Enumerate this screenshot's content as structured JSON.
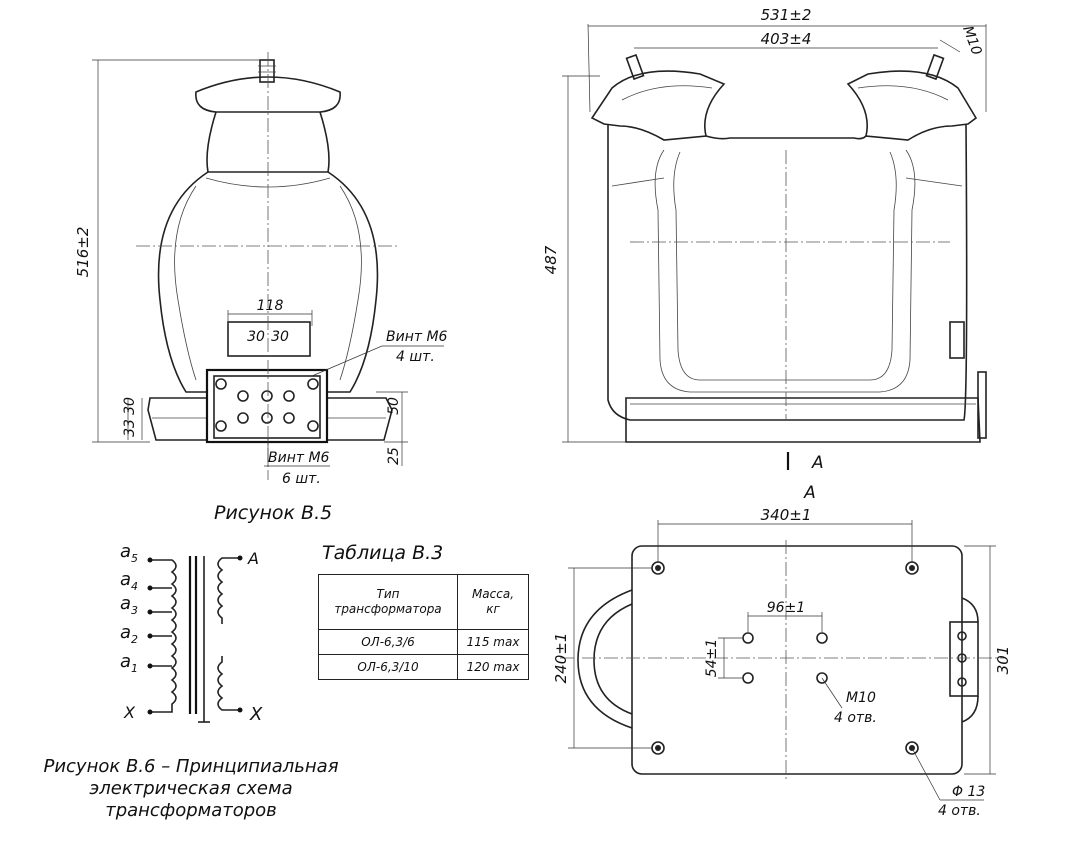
{
  "figure5": {
    "caption": "Рисунок В.5",
    "dim_height": "516±2",
    "dim_width": "118",
    "dim_30a": "30",
    "dim_30b": "30",
    "dim_33": "33",
    "dim_30c": "30",
    "dim_50": "50",
    "dim_25": "25",
    "screw_top_label": "Винт М6",
    "screw_top_qty": "4 шт.",
    "screw_bottom_label": "Винт М6",
    "screw_bottom_qty": "6 шт."
  },
  "side_view": {
    "dim_overall": "531±2",
    "dim_terminals": "403±4",
    "thread": "М10",
    "dim_height": "487",
    "view_marker": "А"
  },
  "view_a": {
    "title": "А",
    "dim_holes": "340±1",
    "dim_inner": "96±1",
    "dim_54": "54±1",
    "dim_240": "240±1",
    "dim_301": "301",
    "thread_label": "М10",
    "thread_qty": "4 отв.",
    "hole_label": "Φ 13",
    "hole_qty": "4 отв."
  },
  "schematic": {
    "terminals_left": [
      "a5",
      "a4",
      "a3",
      "a2",
      "a1"
    ],
    "terminal_x": "X",
    "terminal_A": "А",
    "terminal_X": "Х",
    "caption_lines": [
      "Рисунок В.6 – Принципиальная",
      "электрическая схема",
      "трансформаторов"
    ]
  },
  "table": {
    "title": "Таблица В.3",
    "headers": [
      [
        "Тип",
        "трансформатора"
      ],
      [
        "Масса,",
        "кг"
      ]
    ],
    "rows": [
      [
        "ОЛ-6,3/6",
        "115 max"
      ],
      [
        "ОЛ-6,3/10",
        "120 max"
      ]
    ]
  }
}
